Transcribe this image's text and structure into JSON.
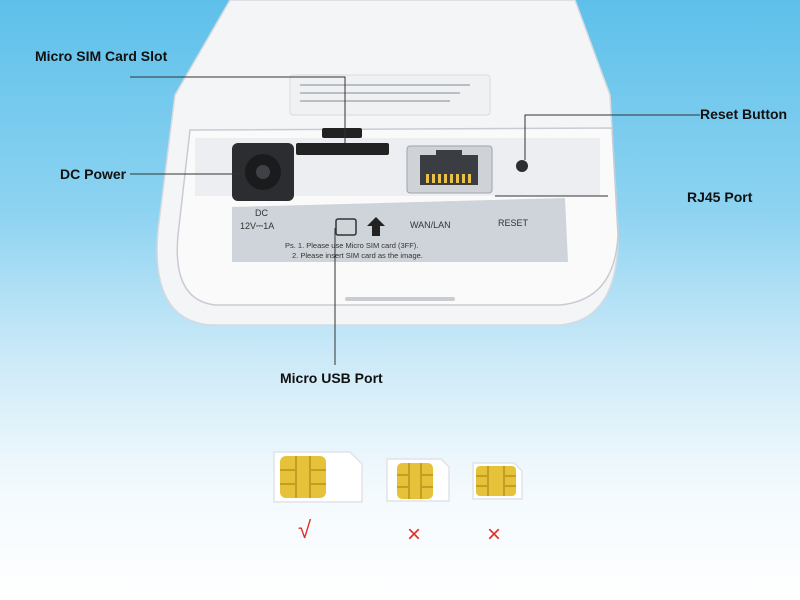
{
  "labels": {
    "sim_slot": "Micro SIM Card Slot",
    "reset": "Reset Button",
    "dc": "DC Power",
    "rj45": "RJ45 Port",
    "usb": "Micro USB Port"
  },
  "device_text": {
    "dc": "DC",
    "dc_rating": "12V⎓1A",
    "wan": "WAN/LAN",
    "reset": "RESET",
    "note1": "Ps. 1. Please use Micro SIM card (3FF).",
    "note2": "2. Please insert SIM card as the image."
  },
  "sim_marks": {
    "correct": "√",
    "wrong1": "×",
    "wrong2": "×"
  },
  "colors": {
    "correct": "#e0322b",
    "wrong": "#e0322b",
    "chip": "#e6c23a"
  }
}
